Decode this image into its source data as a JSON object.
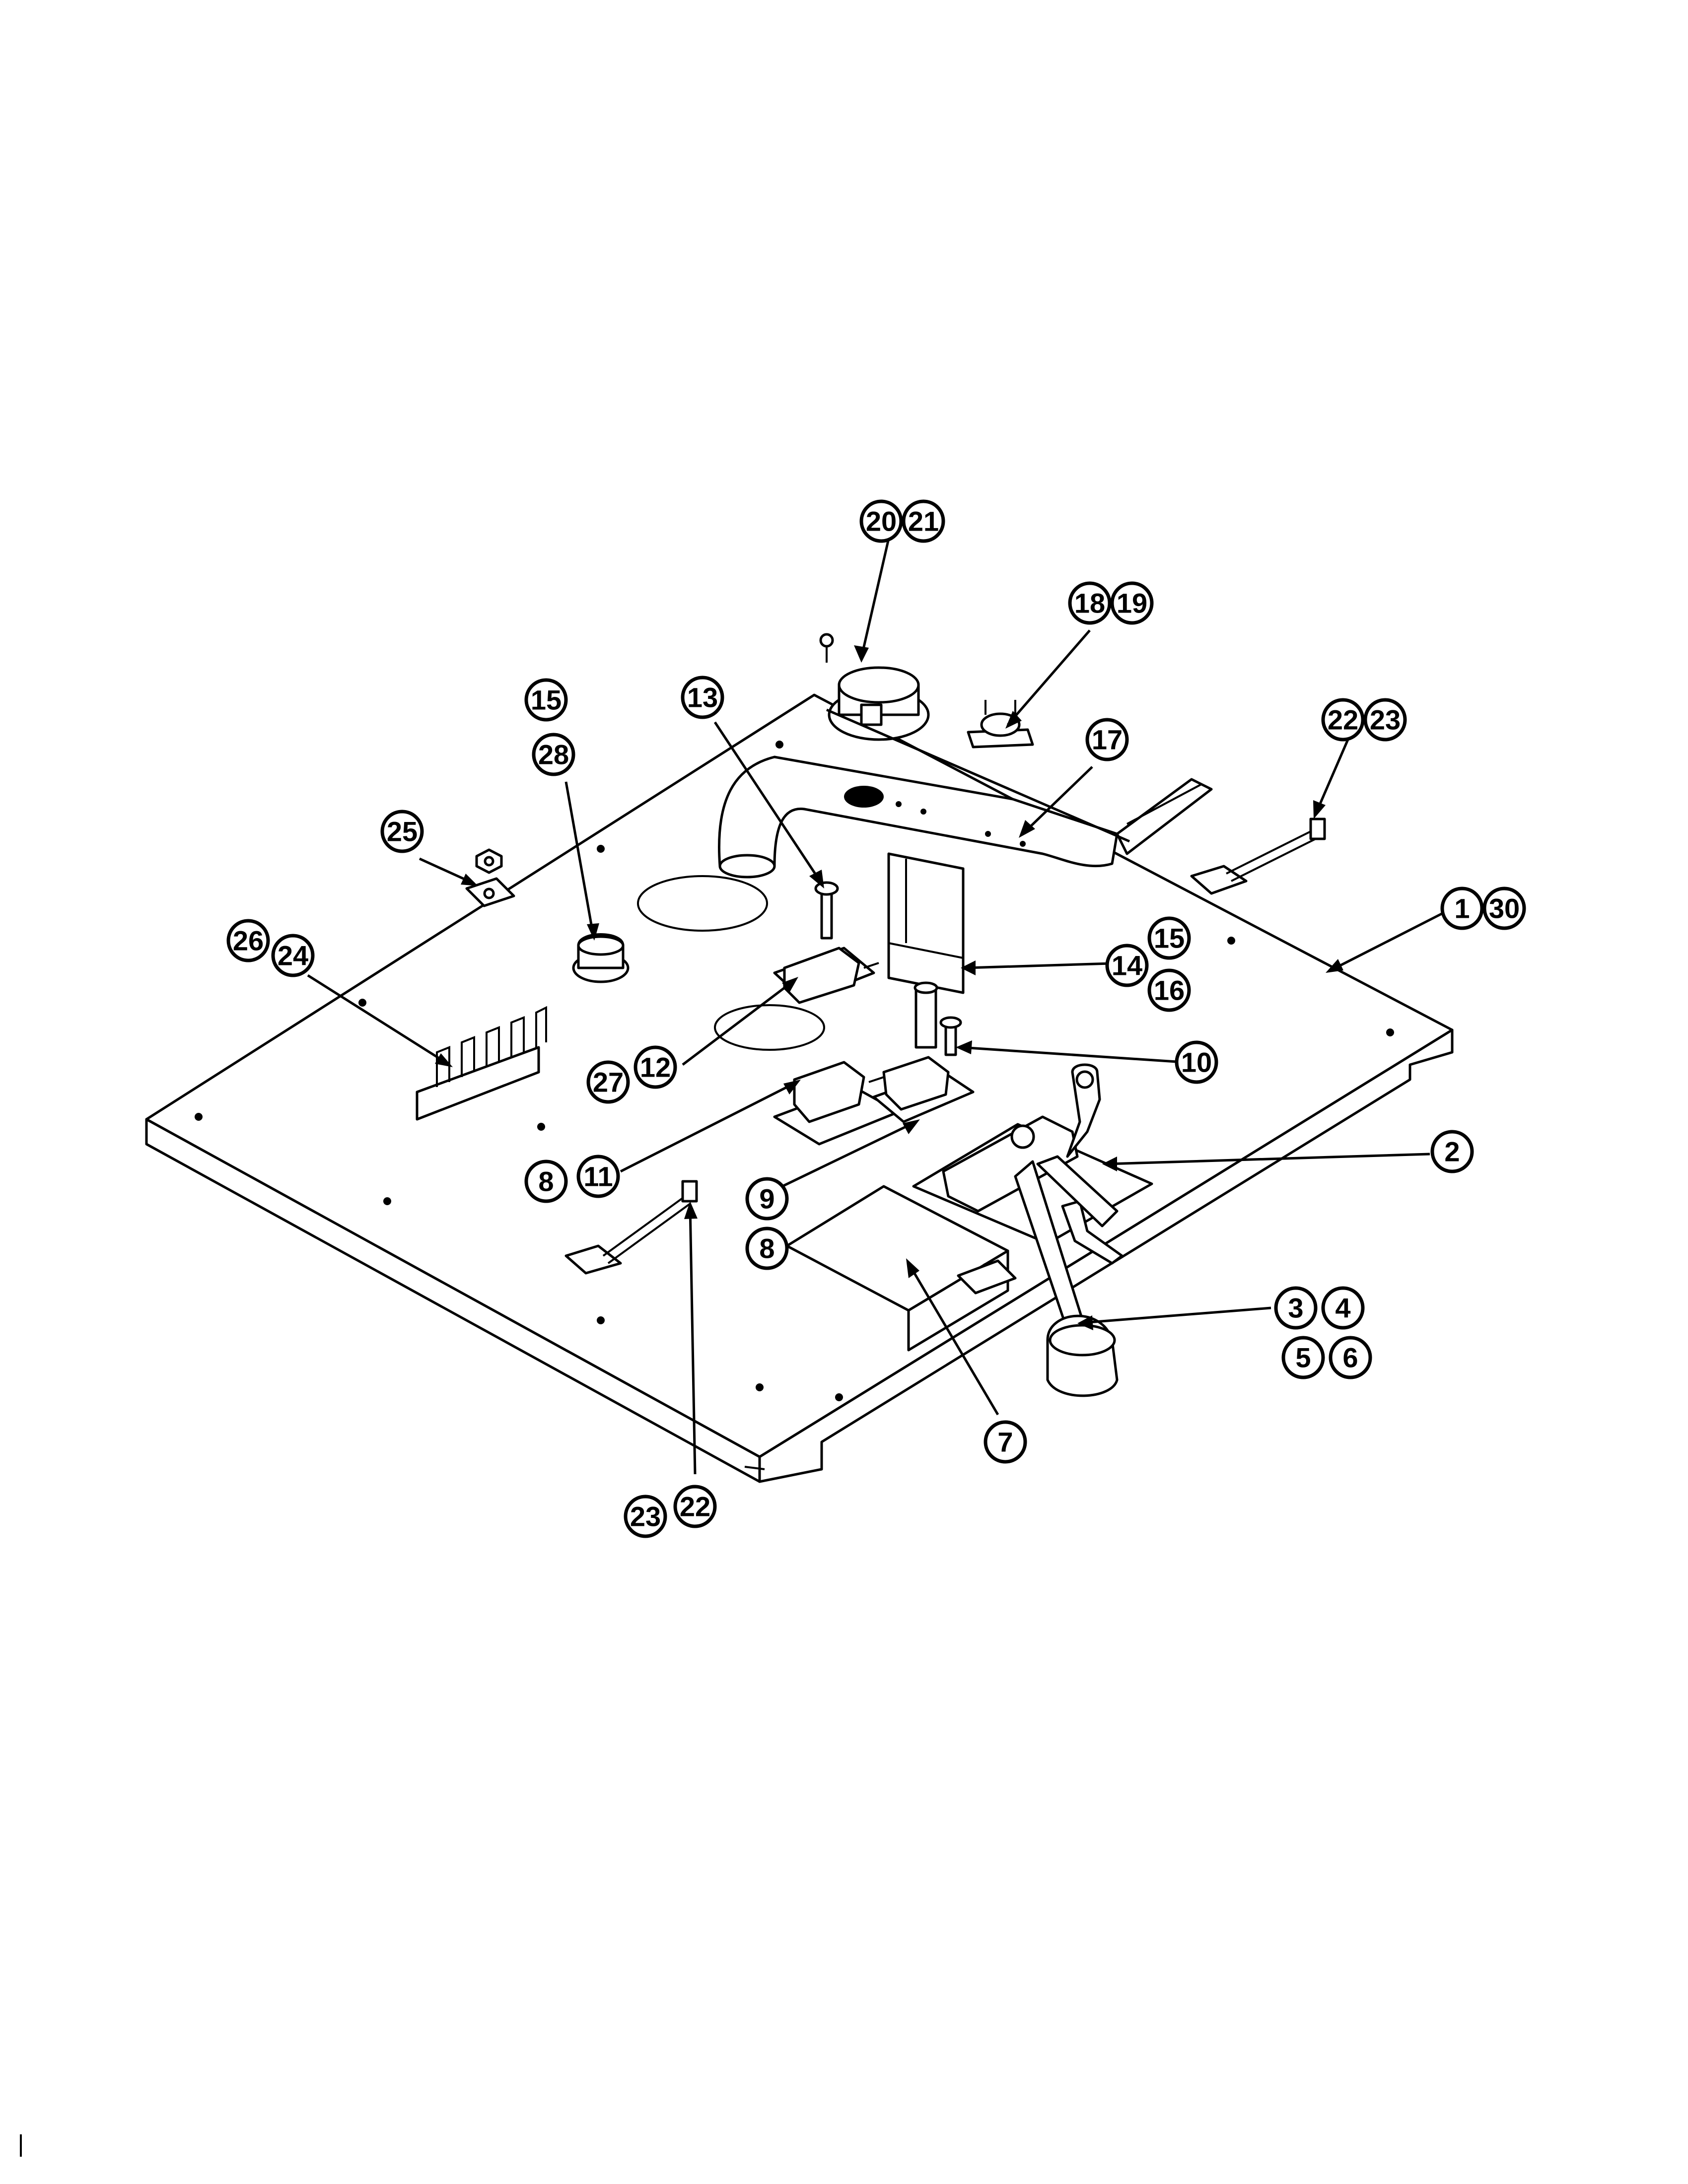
{
  "diagram": {
    "colors": {
      "ink": "#000000",
      "paper": "#ffffff"
    },
    "callouts": [
      {
        "id": "c20",
        "label": "20"
      },
      {
        "id": "c21",
        "label": "21"
      },
      {
        "id": "c18",
        "label": "18"
      },
      {
        "id": "c19",
        "label": "19"
      },
      {
        "id": "c13",
        "label": "13"
      },
      {
        "id": "c17",
        "label": "17"
      },
      {
        "id": "c15a",
        "label": "15"
      },
      {
        "id": "c28",
        "label": "28"
      },
      {
        "id": "c22a",
        "label": "22"
      },
      {
        "id": "c23a",
        "label": "23"
      },
      {
        "id": "c25",
        "label": "25"
      },
      {
        "id": "c1",
        "label": "1"
      },
      {
        "id": "c30",
        "label": "30"
      },
      {
        "id": "c26",
        "label": "26"
      },
      {
        "id": "c24",
        "label": "24"
      },
      {
        "id": "c15b",
        "label": "15"
      },
      {
        "id": "c14",
        "label": "14"
      },
      {
        "id": "c16",
        "label": "16"
      },
      {
        "id": "c27",
        "label": "27"
      },
      {
        "id": "c12",
        "label": "12"
      },
      {
        "id": "c10",
        "label": "10"
      },
      {
        "id": "c8a",
        "label": "8"
      },
      {
        "id": "c11",
        "label": "11"
      },
      {
        "id": "c2",
        "label": "2"
      },
      {
        "id": "c9",
        "label": "9"
      },
      {
        "id": "c8b",
        "label": "8"
      },
      {
        "id": "c3",
        "label": "3"
      },
      {
        "id": "c4",
        "label": "4"
      },
      {
        "id": "c5",
        "label": "5"
      },
      {
        "id": "c6",
        "label": "6"
      },
      {
        "id": "c7",
        "label": "7"
      },
      {
        "id": "c23b",
        "label": "23"
      },
      {
        "id": "c22b",
        "label": "22"
      }
    ]
  }
}
